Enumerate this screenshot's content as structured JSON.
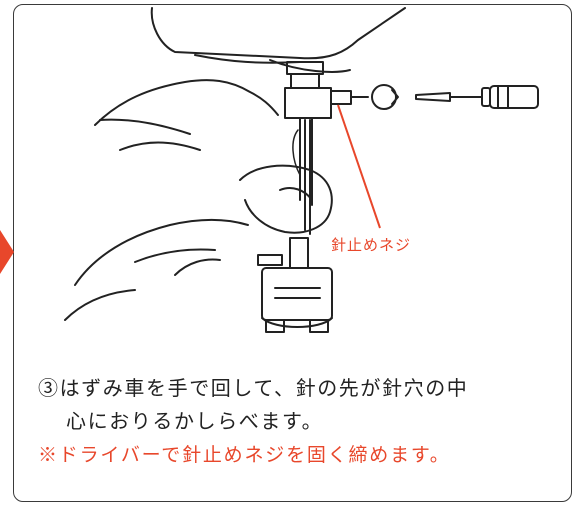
{
  "figure": {
    "callout_label": "針止めネジ",
    "accent_color": "#e8472b"
  },
  "instruction": {
    "step_line1": "③はずみ車を手で回して、針の先が針穴の中",
    "step_line2": "心におりるかしらべます。",
    "note": "※ドライバーで針止めネジを固く締めます。"
  }
}
